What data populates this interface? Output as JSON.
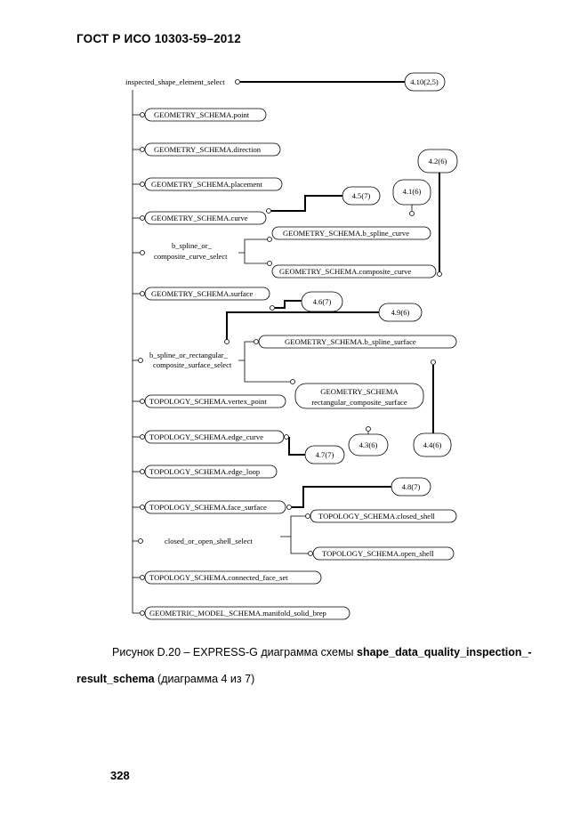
{
  "header": {
    "title": "ГОСТ Р ИСО 10303-59–2012"
  },
  "diagram": {
    "root": "inspected_shape_element_select",
    "root_ref": "4.10(2,5)",
    "items": [
      "GEOMETRY_SCHEMA.point",
      "GEOMETRY_SCHEMA.direction",
      "GEOMETRY_SCHEMA.placement",
      "GEOMETRY_SCHEMA.curve",
      "GEOMETRY_SCHEMA.surface",
      "TOPOLOGY_SCHEMA.vertex_point",
      "TOPOLOGY_SCHEMA.edge_curve",
      "TOPOLOGY_SCHEMA.edge_loop",
      "TOPOLOGY_SCHEMA.face_surface",
      "TOPOLOGY_SCHEMA.connected_face_set",
      "GEOMETRIC_MODEL_SCHEMA.manifold_solid_brep"
    ],
    "selects": {
      "curve_select_line1": "b_spline_or_",
      "curve_select_line2": "composite_curve_select",
      "surface_select_line1": "b_spline_or_rectangular_",
      "surface_select_line2": "composite_surface_select",
      "shell_select": "closed_or_open_shell_select"
    },
    "sub_items": {
      "b_spline_curve": "GEOMETRY_SCHEMA.b_spline_curve",
      "composite_curve": "GEOMETRY_SCHEMA.composite_curve",
      "b_spline_surface": "GEOMETRY_SCHEMA.b_spline_surface",
      "rect_surface_line1": "GEOMETRY_SCHEMA",
      "rect_surface_line2": "rectangular_composite_surface",
      "closed_shell": "TOPOLOGY_SCHEMA.closed_shell",
      "open_shell": "TOPOLOGY_SCHEMA.open_shell"
    },
    "refs": {
      "r42": "4.2(6)",
      "r41": "4.1(6)",
      "r45": "4.5(7)",
      "r46": "4.6(7)",
      "r49": "4.9(6)",
      "r43": "4.3(6)",
      "r44": "4.4(6)",
      "r47": "4.7(7)",
      "r48": "4.8(7)"
    }
  },
  "caption": {
    "prefix": "Рисунок D.20 – EXPRESS-G диаграмма схемы ",
    "schema_part1": "shape_data_quality_inspection_-",
    "schema_part2": "result_schema",
    "suffix": " (диаграмма 4 из 7)"
  },
  "page_number": "328"
}
